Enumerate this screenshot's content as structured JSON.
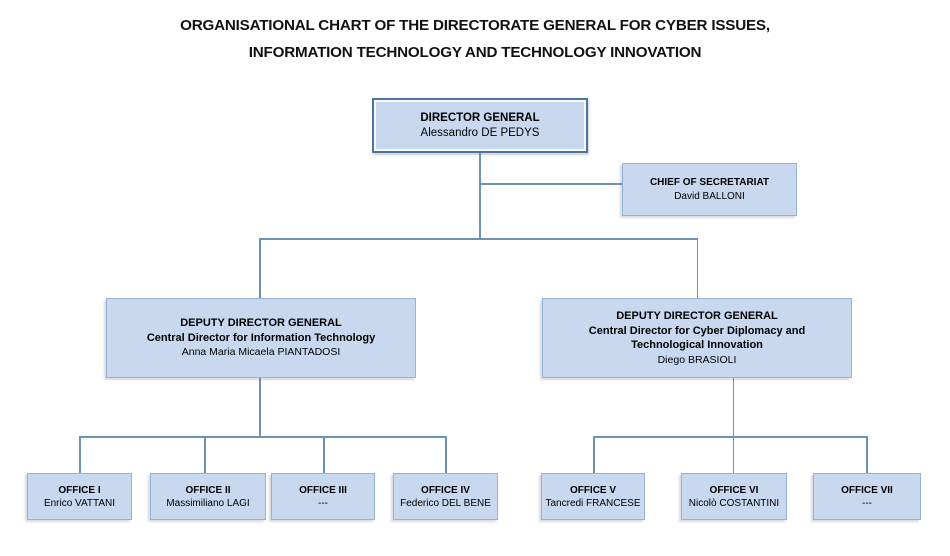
{
  "title": {
    "line1": "ORGANISATIONAL CHART OF THE DIRECTORATE GENERAL FOR CYBER ISSUES,",
    "line2": "INFORMATION TECHNOLOGY AND TECHNOLOGY INNOVATION"
  },
  "nodes": {
    "director": {
      "title": "DIRECTOR GENERAL",
      "name": "Alessandro DE PEDYS"
    },
    "secretariat": {
      "title": "CHIEF OF SECRETARIAT",
      "name": "David BALLONI"
    },
    "deputy_it": {
      "title": "DEPUTY DIRECTOR GENERAL",
      "subtitle": "Central Director for Information Technology",
      "name": "Anna Maria Micaela PIANTADOSI"
    },
    "deputy_cyber": {
      "title": "DEPUTY DIRECTOR GENERAL",
      "subtitle": "Central Director for Cyber Diplomacy and Technological Innovation",
      "name": "Diego BRASIOLI"
    },
    "offices": [
      {
        "title": "OFFICE I",
        "name": "Enrico VATTANI"
      },
      {
        "title": "OFFICE II",
        "name": "Massimiliano LAGI"
      },
      {
        "title": "OFFICE III",
        "name": "---"
      },
      {
        "title": "OFFICE IV",
        "name": "Federico DEL BENE"
      },
      {
        "title": "OFFICE V",
        "name": "Tancredi FRANCESE"
      },
      {
        "title": "OFFICE VI",
        "name": "Nicolò COSTANTINI"
      },
      {
        "title": "OFFICE VII",
        "name": "---"
      }
    ]
  },
  "colors": {
    "box_fill": "#c7d8ef",
    "box_border": "#95b3d7",
    "director_border": "#51739f",
    "connector": "#6d92b4",
    "text": "#000000"
  }
}
